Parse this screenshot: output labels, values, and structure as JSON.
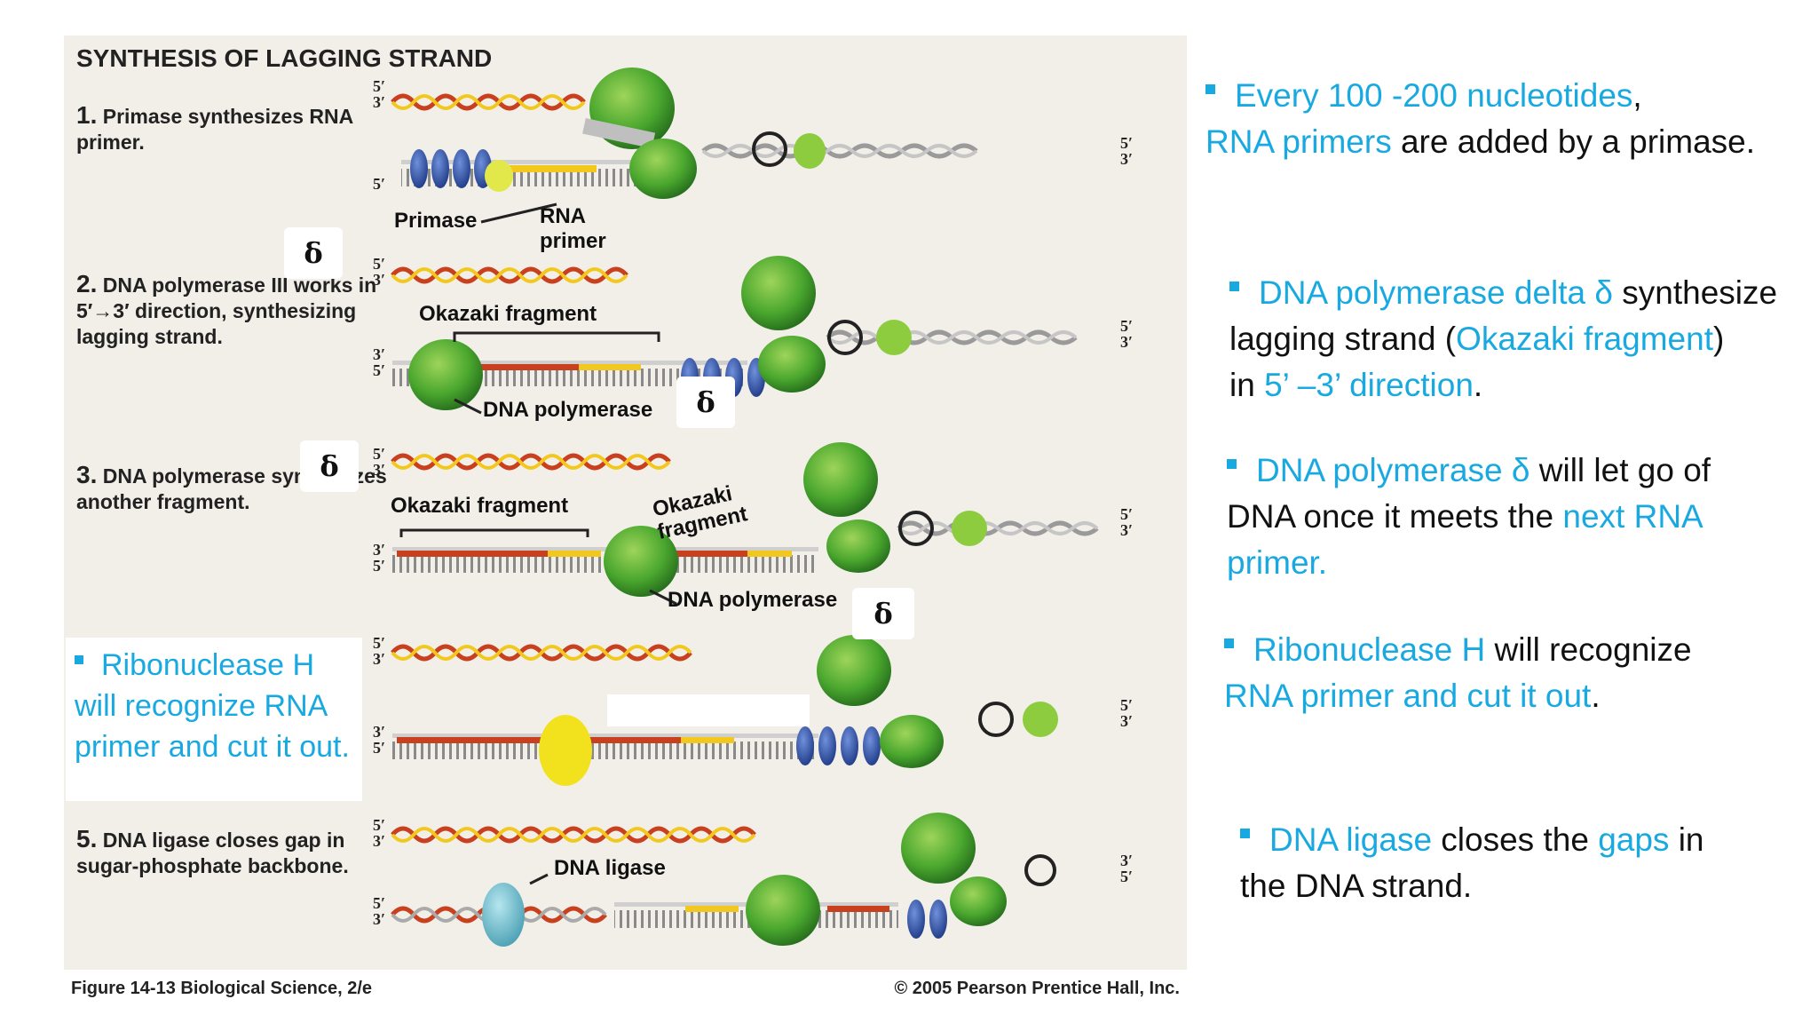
{
  "figure": {
    "title": "SYNTHESIS OF LAGGING STRAND",
    "steps": [
      {
        "num": "1.",
        "text": "Primase synthesizes RNA primer."
      },
      {
        "num": "2.",
        "text": "DNA polymerase III works in 5′→3′ direction, synthesizing lagging strand."
      },
      {
        "num": "3.",
        "text": "DNA polymerase synthesizes another fragment."
      },
      {
        "num": "5.",
        "text": "DNA ligase closes gap in sugar-phosphate backbone."
      }
    ],
    "labels": {
      "primase": "Primase",
      "rna_primer": "RNA primer",
      "okazaki_fragment": "Okazaki fragment",
      "okazaki_fragment_2": "Okazaki fragment",
      "dna_polymerase": "DNA polymerase",
      "dna_ligase": "DNA ligase",
      "five_prime": "5′",
      "three_prime": "3′"
    },
    "caption_left": "Figure 14-13  Biological Science, 2/e",
    "caption_right": "© 2005 Pearson Prentice Hall, Inc.",
    "delta": "δ"
  },
  "overlay_note": "Ribonuclease H will recognize RNA primer and cut it out.",
  "notes": {
    "n1": {
      "a": "Every 100 -200 nucleotides",
      "b": ",",
      "c": "RNA primers",
      "d": " are added by a primase."
    },
    "n2": {
      "a": "DNA polymerase delta δ",
      "b": " synthesize",
      "c": "lagging strand (",
      "d": "Okazaki fragment",
      "e": ")",
      "f": "in  ",
      "g": "5’ –3’ direction",
      "h": "."
    },
    "n3": {
      "a": "DNA polymerase δ",
      "b": " will let go of",
      "c": "DNA once it meets the ",
      "d": "next RNA",
      "e": "primer."
    },
    "n4": {
      "a": "Ribonuclease H",
      "b": " will recognize",
      "c": "RNA primer and cut it out",
      "d": "."
    },
    "n5": {
      "a": "DNA ligase",
      "b": " closes the ",
      "c": "gaps",
      "d": " in",
      "e": "the DNA strand."
    }
  },
  "colors": {
    "accent": "#19a9e1",
    "figure_bg": "#f2efe9",
    "rna": "#f2c81e",
    "dna_new": "#c8401e",
    "polymerase": "#4aa72e",
    "clamp": "#2b4fa0"
  }
}
